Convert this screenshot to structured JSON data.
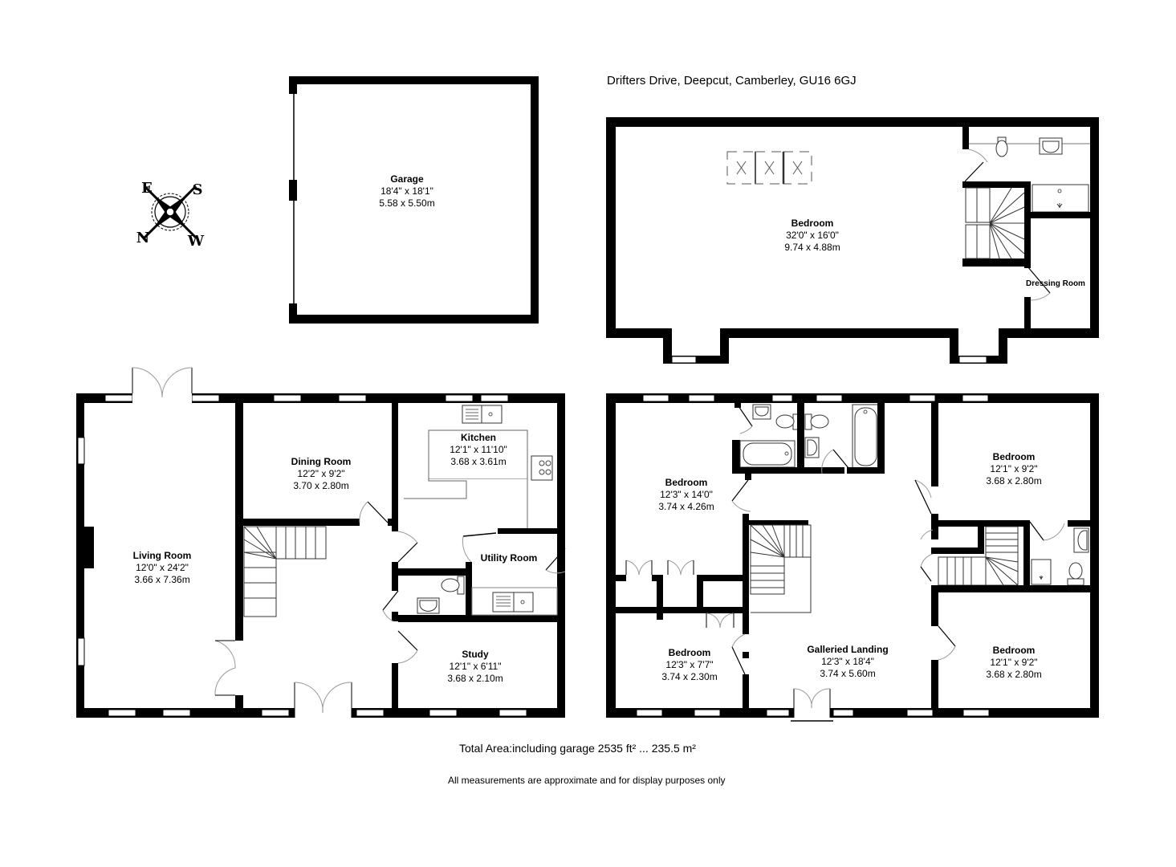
{
  "header": {
    "address": "Drifters Drive, Deepcut, Camberley, GU16 6GJ"
  },
  "compass": {
    "icon": "compass-rose-icon",
    "labels": {
      "top_left": "E",
      "top_right": "S",
      "bottom_left": "N",
      "bottom_right": "W"
    }
  },
  "garage": {
    "name": "Garage",
    "dim_imperial": "18'4\" x 18'1\"",
    "dim_metric": "5.58 x 5.50m"
  },
  "top_floor": {
    "rooms": [
      {
        "name": "Bedroom",
        "dim_imperial": "32'0\" x 16'0\"",
        "dim_metric": "9.74 x 4.88m"
      },
      {
        "name": "Dressing Room"
      }
    ],
    "icons": [
      "skylight-icon",
      "toilet-icon",
      "basin-icon",
      "shower-icon",
      "staircase-icon"
    ]
  },
  "ground_floor": {
    "rooms": [
      {
        "name": "Living Room",
        "dim_imperial": "12'0\" x 24'2\"",
        "dim_metric": "3.66 x 7.36m"
      },
      {
        "name": "Dining Room",
        "dim_imperial": "12'2\" x 9'2\"",
        "dim_metric": "3.70 x 2.80m"
      },
      {
        "name": "Kitchen",
        "dim_imperial": "12'1\" x 11'10\"",
        "dim_metric": "3.68 x 3.61m"
      },
      {
        "name": "Utility Room"
      },
      {
        "name": "Study",
        "dim_imperial": "12'1\" x 6'11\"",
        "dim_metric": "3.68 x 2.10m"
      }
    ],
    "icons": [
      "sink-icon",
      "hob-icon",
      "toilet-icon",
      "basin-icon",
      "staircase-icon"
    ]
  },
  "first_floor": {
    "rooms": [
      {
        "name": "Bedroom",
        "dim_imperial": "12'3\" x 14'0\"",
        "dim_metric": "3.74 x 4.26m"
      },
      {
        "name": "Bedroom",
        "dim_imperial": "12'1\" x 9'2\"",
        "dim_metric": "3.68 x 2.80m"
      },
      {
        "name": "Bedroom",
        "dim_imperial": "12'3\" x 7'7\"",
        "dim_metric": "3.74 x 2.30m"
      },
      {
        "name": "Galleried Landing",
        "dim_imperial": "12'3\" x 18'4\"",
        "dim_metric": "3.74 x 5.60m"
      },
      {
        "name": "Bedroom",
        "dim_imperial": "12'1\" x 9'2\"",
        "dim_metric": "3.68 x 2.80m"
      }
    ],
    "icons": [
      "bath-icon",
      "toilet-icon",
      "basin-icon",
      "shower-icon",
      "staircase-icon"
    ]
  },
  "footer": {
    "total_area": "Total Area:including garage 2535 ft² ... 235.5 m²",
    "disclaimer": "All measurements are approximate and for display purposes only"
  },
  "colors": {
    "wall": "#000000",
    "background": "#ffffff",
    "door_swing": "#999999"
  }
}
